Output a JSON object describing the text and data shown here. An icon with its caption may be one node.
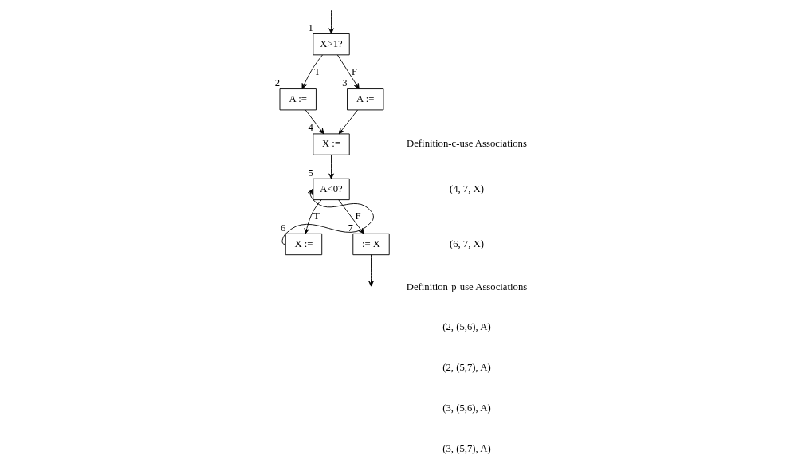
{
  "diagram": {
    "nodes": [
      {
        "text": [
          "X>1?"
        ],
        "beside": [
          "1"
        ]
      },
      {
        "text": [
          "A :="
        ],
        "beside": [
          "2"
        ]
      },
      {
        "text": [
          "A :="
        ],
        "beside": [
          "3"
        ]
      },
      {
        "text": [
          "X :="
        ],
        "beside": [
          "4"
        ]
      },
      {
        "text": [
          "A<0?"
        ],
        "beside": [
          "5"
        ]
      },
      {
        "text": [
          "X :="
        ],
        "beside": [
          "6"
        ]
      },
      {
        "text": [
          ":= X"
        ],
        "beside": [
          "7"
        ]
      }
    ],
    "edges": [
      {
        "from": null,
        "to": 0,
        "arrow": "to"
      },
      {
        "from": 0,
        "to": 1,
        "arrow": "to",
        "label": "T"
      },
      {
        "from": 0,
        "to": 2,
        "arrow": "to",
        "label": "F"
      },
      {
        "from": 1,
        "to": 3,
        "arrow": "to"
      },
      {
        "from": 2,
        "to": 3,
        "arrow": "to"
      },
      {
        "from": 3,
        "to": 4,
        "arrow": "to"
      },
      {
        "from": 4,
        "to": 5,
        "arrow": "to",
        "label": "T"
      },
      {
        "from": 5,
        "to": 4,
        "arrow": "to"
      },
      {
        "from": 4,
        "to": 6,
        "arrow": "to",
        "label": "F"
      },
      {
        "from": 6,
        "to": null,
        "arrow": "to"
      }
    ],
    "labels": [
      "Definition-c-use Associations",
      "(4, 7, X)",
      "(6, 7, X)",
      "Definition-p-use Associations",
      "(2, (5,6), A)",
      "(2, (5,7), A)",
      "(3, (5,6), A)",
      "(3, (5,7), A)"
    ]
  }
}
